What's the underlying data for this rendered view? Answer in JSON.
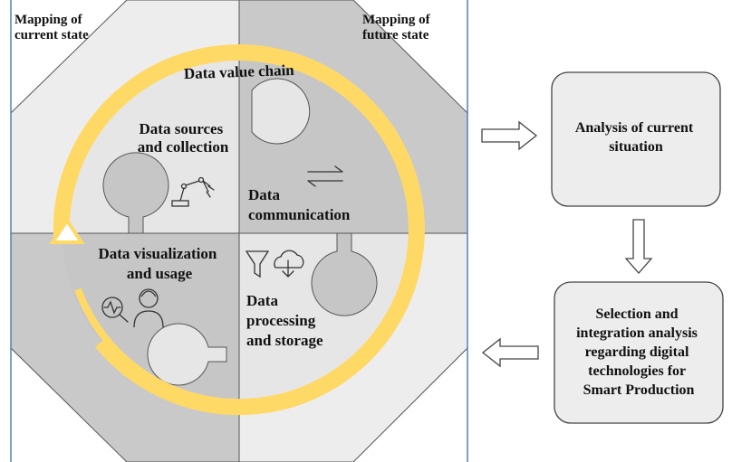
{
  "corner_labels": {
    "current_state": [
      "Mapping of",
      "current state"
    ],
    "future_state": [
      "Mapping of",
      "future state"
    ]
  },
  "ring_label": "Data value chain",
  "segments": {
    "sources": [
      "Data sources",
      "and collection"
    ],
    "communication": [
      "Data",
      "communication"
    ],
    "processing": [
      "Data",
      "processing",
      "and storage"
    ],
    "visualization": [
      "Data visualization",
      "and usage"
    ]
  },
  "boxes": {
    "analysis": [
      "Analysis of current",
      "situation"
    ],
    "selection": [
      "Selection and",
      "integration analysis",
      "regarding digital",
      "technologies for",
      "Smart Production"
    ]
  },
  "colors": {
    "ring": "#FFD966",
    "octagon_light": "#EDEDED",
    "octagon_dark": "#C9C9C9",
    "piece_light": "#E6E6E6",
    "piece_dark": "#C6C6C6",
    "frame": "#4F81BD"
  },
  "icons": [
    "robot-arm-icon",
    "exchange-arrows-icon",
    "filter-icon",
    "cloud-download-icon",
    "magnifier-chart-icon",
    "person-icon"
  ]
}
